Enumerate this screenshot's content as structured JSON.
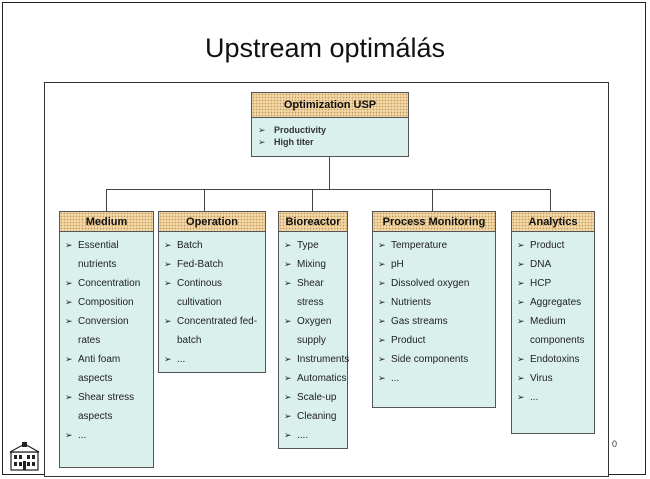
{
  "slide": {
    "title": "Upstream optimálás",
    "page_number": "0"
  },
  "top": {
    "title": "Optimization USP",
    "items": [
      "Productivity",
      "High titer"
    ]
  },
  "categories": [
    {
      "title": "Medium",
      "items": [
        [
          "Essential",
          "nutrients"
        ],
        [
          "Concentration"
        ],
        [
          "Composition"
        ],
        [
          "Conversion",
          "rates"
        ],
        [
          "Anti foam",
          "aspects"
        ],
        [
          "Shear stress",
          "aspects"
        ],
        [
          "..."
        ]
      ]
    },
    {
      "title": "Operation",
      "items": [
        [
          "Batch"
        ],
        [
          "Fed-Batch"
        ],
        [
          "Continous",
          "cultivation"
        ],
        [
          "Concentrated fed-",
          "batch"
        ],
        [
          "..."
        ]
      ]
    },
    {
      "title": "Bioreactor",
      "items": [
        [
          "Type"
        ],
        [
          "Mixing"
        ],
        [
          "Shear",
          "stress"
        ],
        [
          "Oxygen",
          "supply"
        ],
        [
          "Instruments"
        ],
        [
          "Automatics"
        ],
        [
          "Scale-up"
        ],
        [
          "Cleaning"
        ],
        [
          "...."
        ]
      ]
    },
    {
      "title": "Process Monitoring",
      "items": [
        [
          "Temperature"
        ],
        [
          "pH"
        ],
        [
          "Dissolved oxygen"
        ],
        [
          "Nutrients"
        ],
        [
          "Gas streams"
        ],
        [
          "Product"
        ],
        [
          "Side components"
        ],
        [
          "..."
        ]
      ]
    },
    {
      "title": "Analytics",
      "items": [
        [
          "Product"
        ],
        [
          "DNA"
        ],
        [
          "HCP"
        ],
        [
          "Aggregates"
        ],
        [
          "Medium",
          "components"
        ],
        [
          "Endotoxins"
        ],
        [
          "Virus"
        ],
        [
          "..."
        ]
      ]
    }
  ],
  "colors": {
    "header_fill": "#f2d7a8",
    "body_fill": "#d9f0ec",
    "border": "#555555"
  },
  "icons": {
    "logo": "university-building-logo"
  }
}
